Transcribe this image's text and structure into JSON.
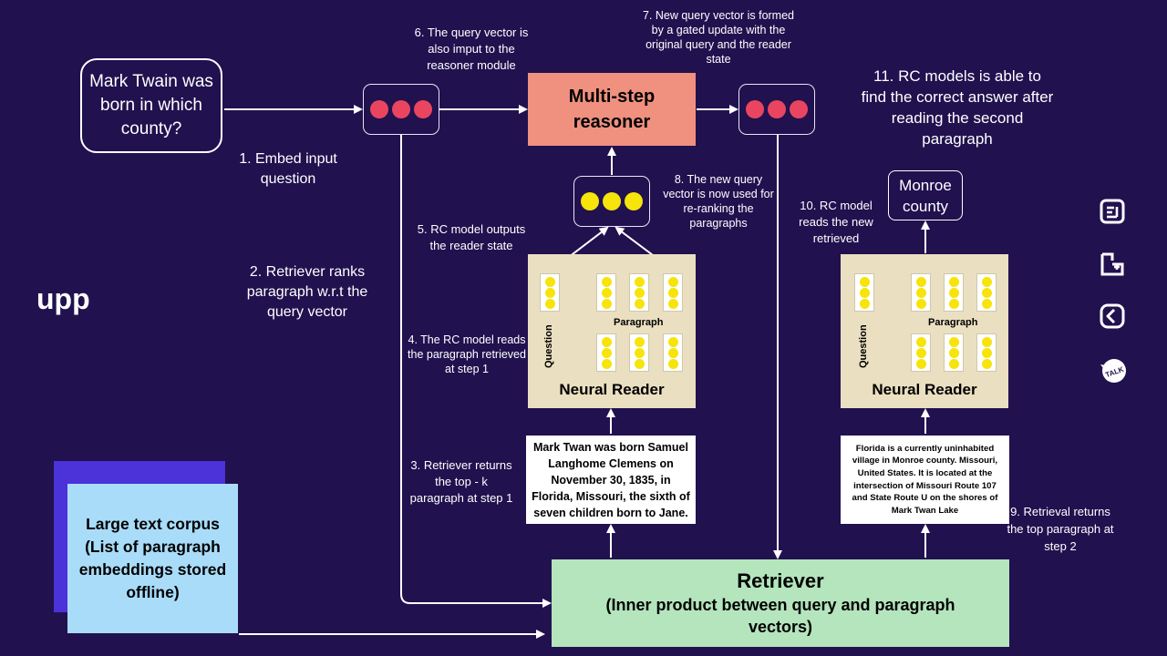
{
  "brand": {
    "logo_text": "upp"
  },
  "question": {
    "text": "Mark Twain was born in which county?"
  },
  "reasoner": {
    "label": "Multi-step reasoner"
  },
  "reader_left": {
    "title": "Neural Reader",
    "question_label": "Question",
    "paragraph_label": "Paragraph"
  },
  "reader_right": {
    "title": "Neural Reader",
    "question_label": "Question",
    "paragraph_label": "Paragraph"
  },
  "paragraph_1": {
    "text": "Mark Twan was born Samuel Langhome Clemens on November 30, 1835, in Florida, Missouri, the sixth of seven children born to Jane."
  },
  "paragraph_2": {
    "text": "Florida is a currently uninhabited village in Monroe county. Missouri, United States. It is located at the intersection of Missouri Route 107 and State Route U on the shores of Mark Twan Lake"
  },
  "answer": {
    "text": "Monroe county"
  },
  "retriever": {
    "title": "Retriever",
    "subtitle": "(Inner product between query and paragraph vectors)"
  },
  "corpus": {
    "text": "Large text corpus (List of paragraph embeddings stored offline)"
  },
  "steps": {
    "s1": "1. Embed input question",
    "s2": "2. Retriever ranks paragraph w.r.t the query vector",
    "s3": "3. Retriever returns the top - k paragraph at step 1",
    "s4": "4. The RC model reads the paragraph retrieved at step 1",
    "s5": "5. RC model outputs the reader state",
    "s6": "6. The query vector is also imput to the reasoner module",
    "s7": "7. New query vector is formed by a gated update with the original query and the reader state",
    "s8": "8. The new query vector is now used for re-ranking the paragraphs",
    "s9": "9. Retrieval returns the top paragraph at step 2",
    "s10": "10. RC model reads the new retrieved",
    "s11": "11. RC models is able to find the correct answer after reading the second paragraph"
  },
  "colors": {
    "background": "#21114f",
    "reasoner": "#f0907f",
    "reader": "#eadfc0",
    "retriever": "#b4e5bd",
    "corpus": "#a9dcf9",
    "corpus_shadow": "#4b32d9",
    "query_dot": "#e94560",
    "state_dot": "#f6e40b"
  },
  "side_icons": [
    "document-icon",
    "plus-frame-icon",
    "k-badge-icon",
    "talk-bubble-icon"
  ]
}
